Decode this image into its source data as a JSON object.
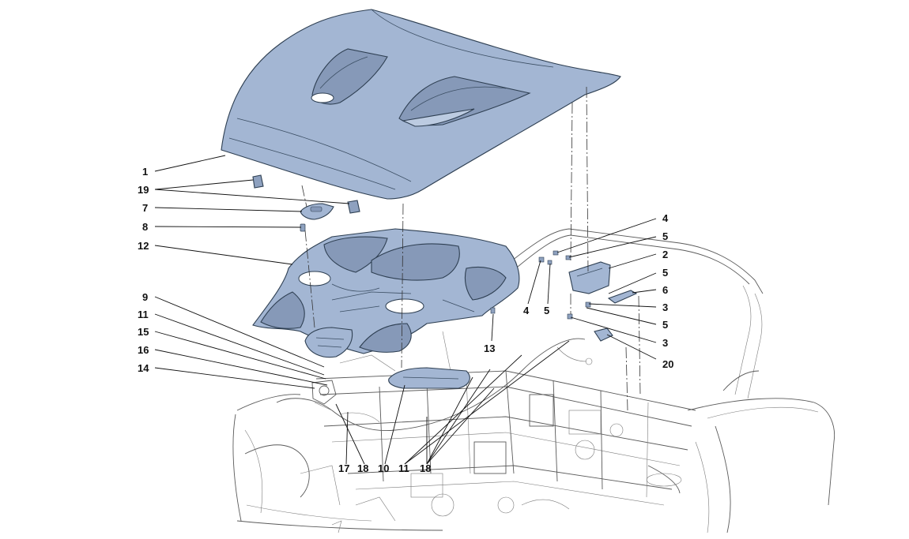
{
  "diagram": {
    "callouts": [
      {
        "id": "c1",
        "text": "1"
      },
      {
        "id": "c19",
        "text": "19"
      },
      {
        "id": "c7",
        "text": "7"
      },
      {
        "id": "c8",
        "text": "8"
      },
      {
        "id": "c12",
        "text": "12"
      },
      {
        "id": "c9",
        "text": "9"
      },
      {
        "id": "c11a",
        "text": "11"
      },
      {
        "id": "c15",
        "text": "15"
      },
      {
        "id": "c16",
        "text": "16"
      },
      {
        "id": "c14",
        "text": "14"
      },
      {
        "id": "c13",
        "text": "13"
      },
      {
        "id": "c4a",
        "text": "4"
      },
      {
        "id": "c5a",
        "text": "5"
      },
      {
        "id": "c2",
        "text": "2"
      },
      {
        "id": "c5b",
        "text": "5"
      },
      {
        "id": "c6",
        "text": "6"
      },
      {
        "id": "c3a",
        "text": "3"
      },
      {
        "id": "c5c",
        "text": "5"
      },
      {
        "id": "c3b",
        "text": "3"
      },
      {
        "id": "c20",
        "text": "20"
      },
      {
        "id": "c4b",
        "text": "4"
      },
      {
        "id": "c5d",
        "text": "5"
      },
      {
        "id": "c17",
        "text": "17"
      },
      {
        "id": "c18a",
        "text": "18"
      },
      {
        "id": "c10",
        "text": "10"
      },
      {
        "id": "c11b",
        "text": "11"
      },
      {
        "id": "c18b",
        "text": "18"
      }
    ],
    "colors": {
      "part_fill": "#a3b6d3",
      "part_fill_dark": "#8699b8",
      "part_fill_light": "#bccbe1",
      "outline": "#2e3f52",
      "frame_line": "#5a5a5a"
    }
  }
}
